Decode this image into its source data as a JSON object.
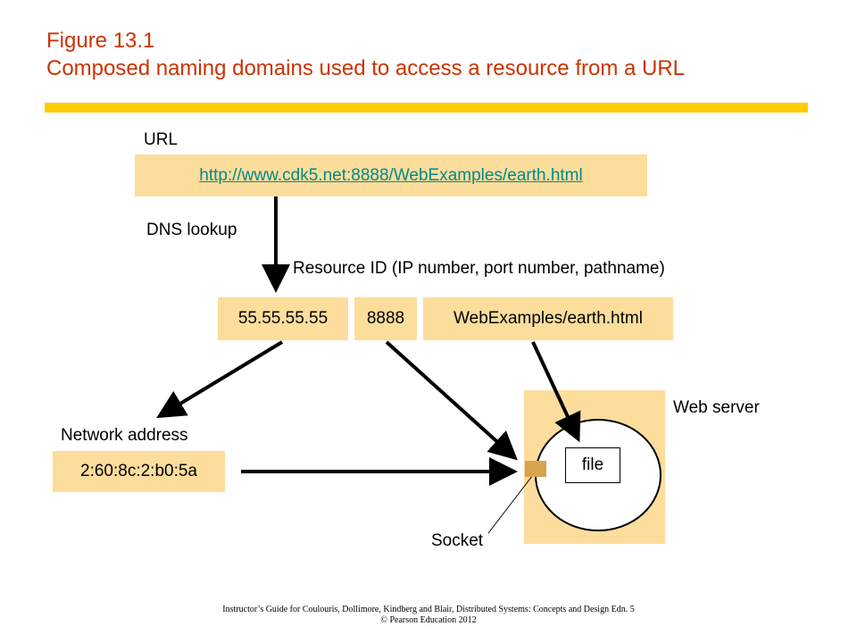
{
  "title": {
    "line1": "Figure 13.1",
    "line2": "Composed naming domains used to access a resource from a URL"
  },
  "labels": {
    "url": "URL",
    "dns_lookup": "DNS lookup",
    "resource_id": "Resource ID (IP number, port number, pathname)",
    "network_address": "Network address",
    "web_server": "Web server",
    "socket": "Socket"
  },
  "boxes": {
    "url_value": "http://www.cdk5.net:8888/WebExamples/earth.html",
    "ip": "55.55.55.55",
    "port": "8888",
    "path": "WebExamples/earth.html",
    "mac": "2:60:8c:2:b0:5a",
    "file": "file"
  },
  "footer": {
    "line1": "Instructor’s Guide for Coulouris, Dollimore, Kindberg and Blair, Distributed Systems: Concepts and Design Edn. 5",
    "line2": "© Pearson Education 2012"
  },
  "colors": {
    "title": "#cc3300",
    "accent_rule": "#ffcc00",
    "box_fill": "#fddd9c",
    "link": "#008a8a"
  }
}
